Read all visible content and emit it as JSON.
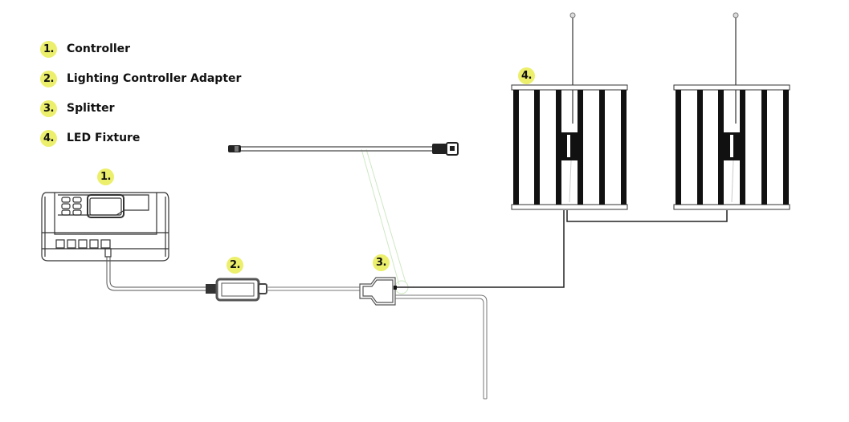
{
  "legend": {
    "items": [
      {
        "number": "1.",
        "label": "Controller"
      },
      {
        "number": "2.",
        "label": "Lighting Controller Adapter"
      },
      {
        "number": "3.",
        "label": "Splitter"
      },
      {
        "number": "4.",
        "label": "LED Fixture"
      }
    ]
  },
  "callouts": {
    "controller": "1.",
    "adapter": "2.",
    "splitter": "3.",
    "fixture": "4."
  },
  "colors": {
    "badge": "#ecef6b",
    "line": "#333333",
    "callout_line": "#cfe8c4"
  }
}
